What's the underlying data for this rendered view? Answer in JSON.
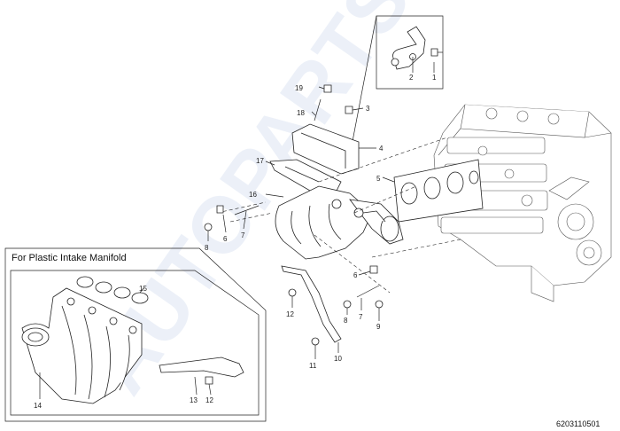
{
  "inset": {
    "title": "For Plastic Intake Manifold"
  },
  "document_number": "6203110501",
  "callouts": {
    "c1": "1",
    "c2": "2",
    "c3": "3",
    "c4": "4",
    "c5": "5",
    "c6a": "6",
    "c6b": "6",
    "c7a": "7",
    "c7b": "7",
    "c8a": "8",
    "c8b": "8",
    "c9": "9",
    "c10": "10",
    "c11": "11",
    "c12a": "12",
    "c12b": "12",
    "c13": "13",
    "c14": "14",
    "c15": "15",
    "c16": "16",
    "c17": "17",
    "c18": "18",
    "c19": "19"
  },
  "watermark": "AUTOPARTS"
}
